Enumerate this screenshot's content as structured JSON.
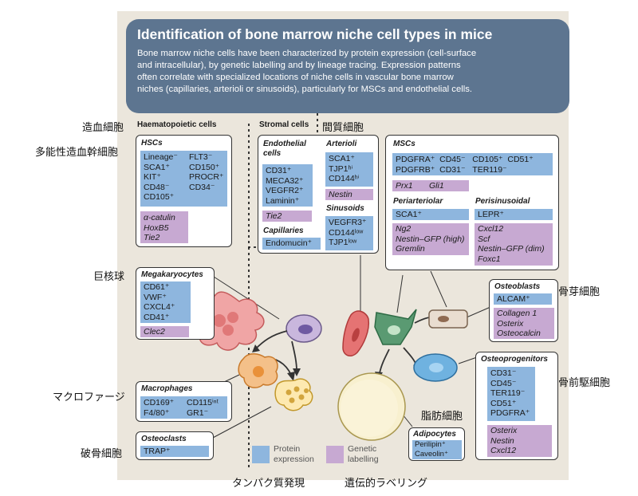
{
  "title": "Identification of bone marrow niche cell types in mice",
  "description_lines": [
    "Bone marrow niche cells have been characterized by protein expression (cell-surface",
    "and intracellular), by genetic labelling and by lineage tracing. Expression patterns",
    "often correlate with specialized locations of niche cells in vascular bone marrow",
    "niches (capillaries, arterioli or sinusoids), particularly for MSCs and endothelial cells."
  ],
  "section_haematopoietic": "Haematopoietic cells",
  "section_stromal": "Stromal cells",
  "jp_labels": {
    "haematopoietic": "造血細胞",
    "hsc": "多能性造血幹細胞",
    "stromal": "間質細胞",
    "megakaryocyte": "巨核球",
    "macrophage": "マクロファージ",
    "osteoclast": "破骨細胞",
    "osteoblast": "骨芽細胞",
    "osteoprogenitor": "骨前駆細胞",
    "adipocyte": "脂肪細胞",
    "protein": "タンパク質発現",
    "genetic": "遺伝的ラベリング"
  },
  "hsc": {
    "title": "HSCs",
    "protein_col1": [
      "Lineage⁻",
      "SCA1⁺",
      "KIT⁺",
      "CD48⁻",
      "CD105⁺"
    ],
    "protein_col2": [
      "FLT3⁻",
      "CD150⁺",
      "PROCR⁺",
      "CD34⁻"
    ],
    "genetic": [
      "α-catulin",
      "HoxB5",
      "Tie2"
    ]
  },
  "megakaryocytes": {
    "title": "Megakaryocytes",
    "protein": [
      "CD61⁺",
      "VWF⁺",
      "CXCL4⁺",
      "CD41⁺"
    ],
    "genetic": [
      "Clec2"
    ]
  },
  "macrophages": {
    "title": "Macrophages",
    "protein_col1": [
      "CD169⁺",
      "F4/80⁺"
    ],
    "protein_col2": [
      "CD115ⁱⁿᵗ",
      "GR1⁻"
    ]
  },
  "osteoclasts": {
    "title": "Osteoclasts",
    "protein": [
      "TRAP⁺"
    ]
  },
  "endothelial": {
    "title_lines": [
      "Endothelial",
      "cells"
    ],
    "protein": [
      "CD31⁺",
      "MECA32⁺",
      "VEGFR2⁺",
      "Laminin⁺"
    ],
    "genetic": [
      "Tie2"
    ]
  },
  "capillaries": {
    "title": "Capillaries",
    "protein": [
      "Endomucin⁺"
    ]
  },
  "arterioli": {
    "title": "Arterioli",
    "protein": [
      "SCA1⁺",
      "TJP1ʰⁱ",
      "CD144ʰⁱ"
    ],
    "genetic": [
      "Nestin"
    ]
  },
  "sinusoids": {
    "title": "Sinusoids",
    "protein": [
      "VEGFR3⁺",
      "CD144ˡᵒʷ",
      "TJP1ˡᵒʷ"
    ]
  },
  "mscs": {
    "title": "MSCs",
    "protein_row1": [
      "PDGFRA⁺",
      "CD45⁻",
      "CD105⁺",
      "CD51⁺"
    ],
    "protein_row2": [
      "PDGFRB⁺",
      "CD31⁻",
      "TER119⁻"
    ],
    "genetic": [
      "Prx1",
      "Gli1"
    ]
  },
  "periarteriolar": {
    "title": "Periarteriolar",
    "protein": [
      "SCA1⁺"
    ],
    "genetic": [
      "Ng2",
      "Nestin–GFP (high)",
      "Gremlin"
    ]
  },
  "perisinusoidal": {
    "title": "Perisinusoidal",
    "protein": [
      "LEPR⁺"
    ],
    "genetic": [
      "Cxcl12",
      "Scf",
      "Nestin–GFP (dim)",
      "Foxc1"
    ]
  },
  "osteoblasts": {
    "title": "Osteoblasts",
    "protein": [
      "ALCAM⁺"
    ],
    "genetic": [
      "Collagen 1",
      "Osterix",
      "Osteocalcin"
    ]
  },
  "osteoprogenitors": {
    "title": "Osteoprogenitors",
    "protein": [
      "CD31⁻",
      "CD45⁻",
      "TER119⁻",
      "CD51⁺",
      "PDGFRA⁺"
    ],
    "genetic": [
      "Osterix",
      "Nestin",
      "Cxcl12"
    ]
  },
  "adipocytes": {
    "title": "Adipocytes",
    "protein": [
      "Perilipin⁺",
      "Caveolin⁺"
    ]
  },
  "legend": {
    "protein_lines": [
      "Protein",
      "expression"
    ],
    "genetic_lines": [
      "Genetic",
      "labelling"
    ]
  },
  "colors": {
    "panel_bg": "#ebe6dc",
    "title_bg": "#5d7590",
    "protein": "#8eb6de",
    "genetic": "#c7a9d2"
  }
}
